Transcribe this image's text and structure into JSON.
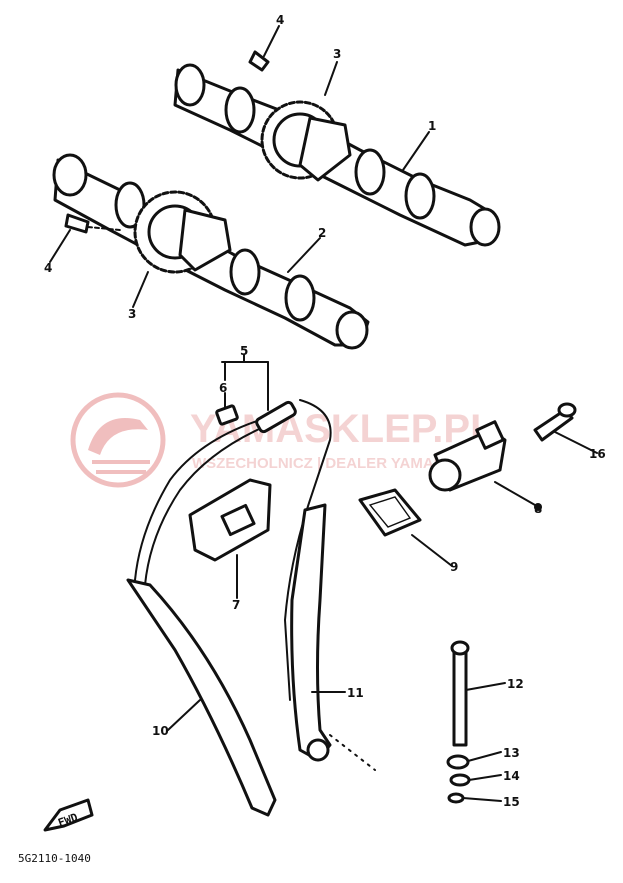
{
  "diagram": {
    "callouts": [
      {
        "id": "c1",
        "text": "1"
      },
      {
        "id": "c2",
        "text": "2"
      },
      {
        "id": "c3a",
        "text": "3"
      },
      {
        "id": "c3b",
        "text": "3"
      },
      {
        "id": "c4a",
        "text": "4"
      },
      {
        "id": "c4b",
        "text": "4"
      },
      {
        "id": "c5",
        "text": "5"
      },
      {
        "id": "c6",
        "text": "6"
      },
      {
        "id": "c7",
        "text": "7"
      },
      {
        "id": "c8",
        "text": "8"
      },
      {
        "id": "c9",
        "text": "9"
      },
      {
        "id": "c10",
        "text": "10"
      },
      {
        "id": "c11",
        "text": "11"
      },
      {
        "id": "c12",
        "text": "12"
      },
      {
        "id": "c13",
        "text": "13"
      },
      {
        "id": "c14",
        "text": "14"
      },
      {
        "id": "c15",
        "text": "15"
      },
      {
        "id": "c16",
        "text": "16"
      }
    ],
    "fwd_label": "FWD",
    "drawing_code": "5G2110-1040"
  },
  "watermark": {
    "brand": "YAMASKLEP.PL",
    "tagline": "WSZECHOLNICZ | DEALER YAMAHA",
    "color": "#e8a0a0"
  }
}
